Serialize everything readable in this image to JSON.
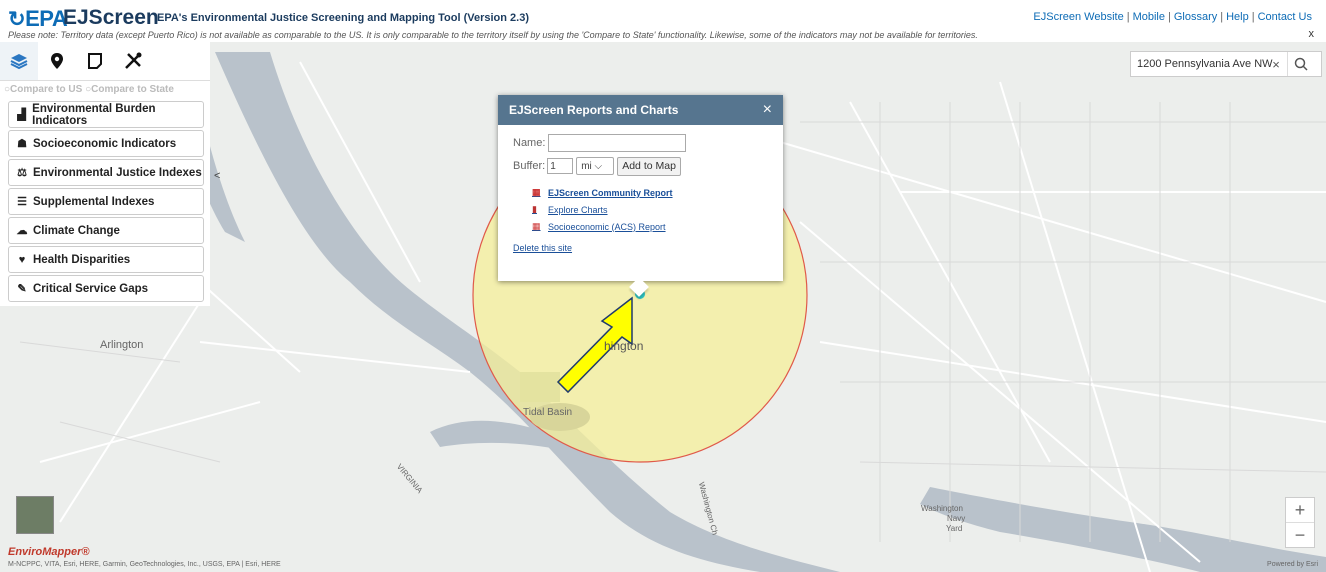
{
  "header": {
    "logo": "EPA",
    "app_name": "EJScreen",
    "app_subtitle": "EPA's Environmental Justice Screening and Mapping Tool (Version 2.3)",
    "links": [
      "EJScreen Website",
      "Mobile",
      "Glossary",
      "Help",
      "Contact Us"
    ],
    "notice": "Please note: Territory data (except Puerto Rico) is not available as comparable to the US. It is only comparable to the territory itself by using the 'Compare to State' functionality. Likewise, some of the indicators may not be available for territories.",
    "notice_close": "x"
  },
  "panel": {
    "tabs": [
      {
        "icon": "layers-icon"
      },
      {
        "icon": "map-pin-icon"
      },
      {
        "icon": "note-icon"
      },
      {
        "icon": "tools-icon"
      }
    ],
    "compare_us": "Compare to US",
    "compare_state": "Compare to State",
    "menu": [
      {
        "label": "Environmental Burden Indicators",
        "icon": "factory-icon",
        "glyph": "▟"
      },
      {
        "label": "Socioeconomic Indicators",
        "icon": "people-icon",
        "glyph": "☗"
      },
      {
        "label": "Environmental Justice Indexes",
        "icon": "scales-icon",
        "glyph": "⚖"
      },
      {
        "label": "Supplemental Indexes",
        "icon": "list-icon",
        "glyph": "☰"
      },
      {
        "label": "Climate Change",
        "icon": "climate-icon",
        "glyph": "☁"
      },
      {
        "label": "Health Disparities",
        "icon": "heart-icon",
        "glyph": "♥"
      },
      {
        "label": "Critical Service Gaps",
        "icon": "wrench-icon",
        "glyph": "✎"
      }
    ],
    "collapse": "<"
  },
  "search": {
    "value": "1200 Pennsylvania Ave NW",
    "clear": "×"
  },
  "popup": {
    "title": "EJScreen Reports and Charts",
    "close": "×",
    "name_label": "Name:",
    "buffer_label": "Buffer:",
    "buffer_value": "1",
    "unit": "mi",
    "add_button": "Add to Map",
    "links": [
      {
        "label": "EJScreen Community Report",
        "icon": "pdf-icon"
      },
      {
        "label": "Explore Charts",
        "icon": "bar-chart-icon"
      },
      {
        "label": "Socioeconomic (ACS) Report",
        "icon": "pdf-icon"
      }
    ],
    "delete": "Delete this site"
  },
  "map": {
    "labels": [
      "Arlington",
      "hington",
      "Tidal Basin",
      "VIRGINIA",
      "Washington",
      "Navy",
      "Yard",
      "Washington Ch"
    ],
    "zoom_in": "+",
    "zoom_out": "−",
    "buffer_fill": "#f6ef9a",
    "buffer_stroke": "#e05a4a",
    "arrow_color": "#ffff00"
  },
  "footer": {
    "enviromapper": "EnviroMapper®",
    "attribution": "M-NCPPC, VITA, Esri, HERE, Garmin, GeoTechnologies, Inc., USGS, EPA | Esri, HERE",
    "powered": "Powered by Esri"
  }
}
